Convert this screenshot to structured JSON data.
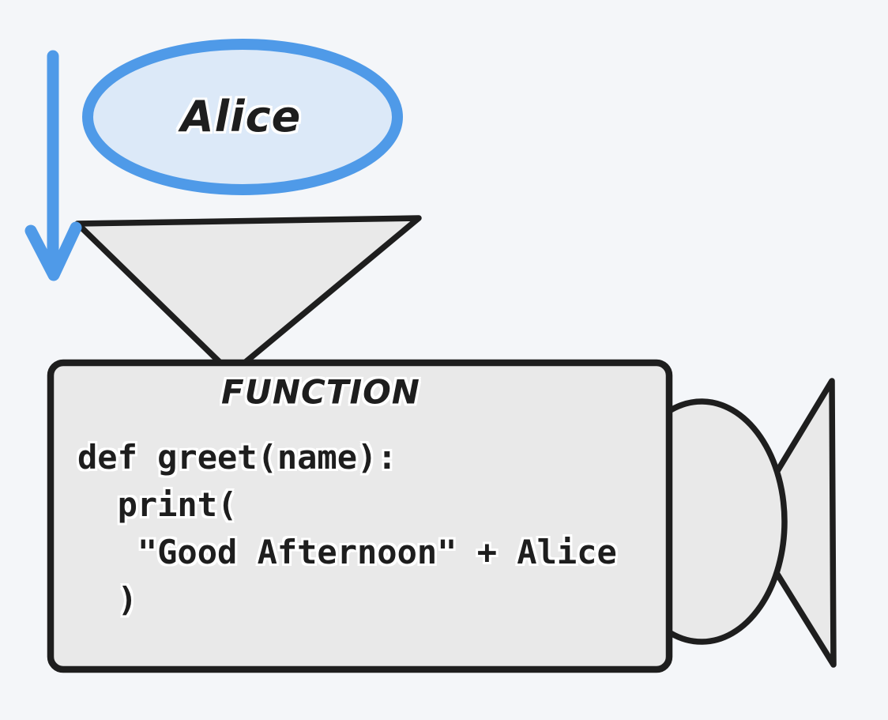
{
  "colors": {
    "canvas-bg": "#f4f6f9",
    "ink": "#1e1e1e",
    "shape-fill": "#e9e9e9",
    "accent-blue": "#4f9ae8",
    "accent-blue-fill": "#dce9f8",
    "text-halo": "#ffffff"
  },
  "diagram": {
    "input": {
      "name": "Alice"
    },
    "function_box": {
      "title": "FUNCTION",
      "code_lines": [
        "def greet(name):",
        "  print(",
        "   \"Good Afternoon\" + Alice",
        "  )"
      ]
    },
    "icons": {
      "arrow": "down-arrow-icon",
      "funnel": "funnel-icon",
      "lens": "lens-ellipse-icon",
      "beam": "output-beam-icon"
    }
  }
}
